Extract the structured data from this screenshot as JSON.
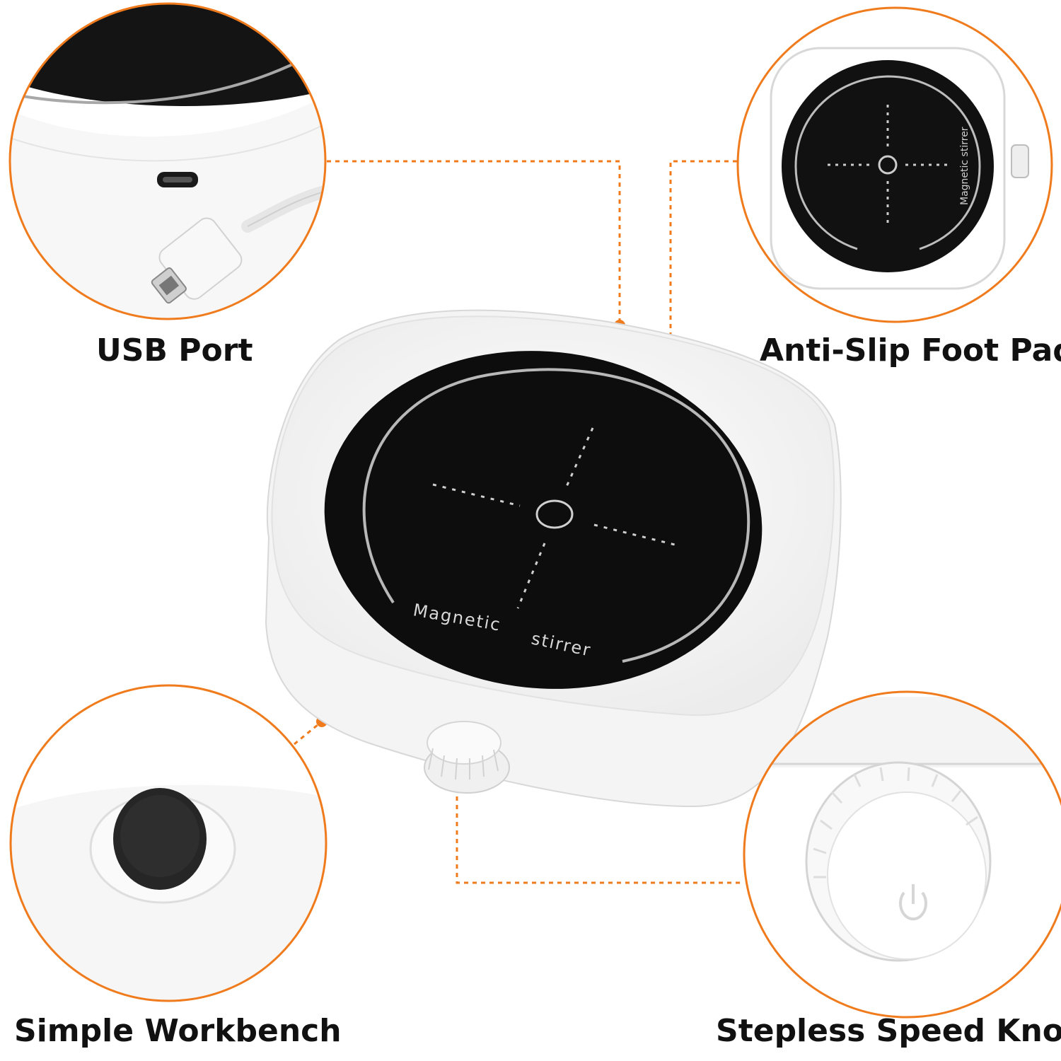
{
  "callouts": {
    "usb_port": "USB Port",
    "anti_slip_pad": "Anti-Slip Foot Pad",
    "workbench": "Simple Workbench",
    "speed_knob": "Stepless Speed Knob"
  },
  "device": {
    "plate_text_1": "Magnetic",
    "plate_text_2": "stirrer",
    "mini_plate_text": "Magnetic  stirrer"
  },
  "colors": {
    "accent": "#f07b1d",
    "plate": "#0d0d0d",
    "body": "#ffffff",
    "ring": "#b8b8b8"
  }
}
